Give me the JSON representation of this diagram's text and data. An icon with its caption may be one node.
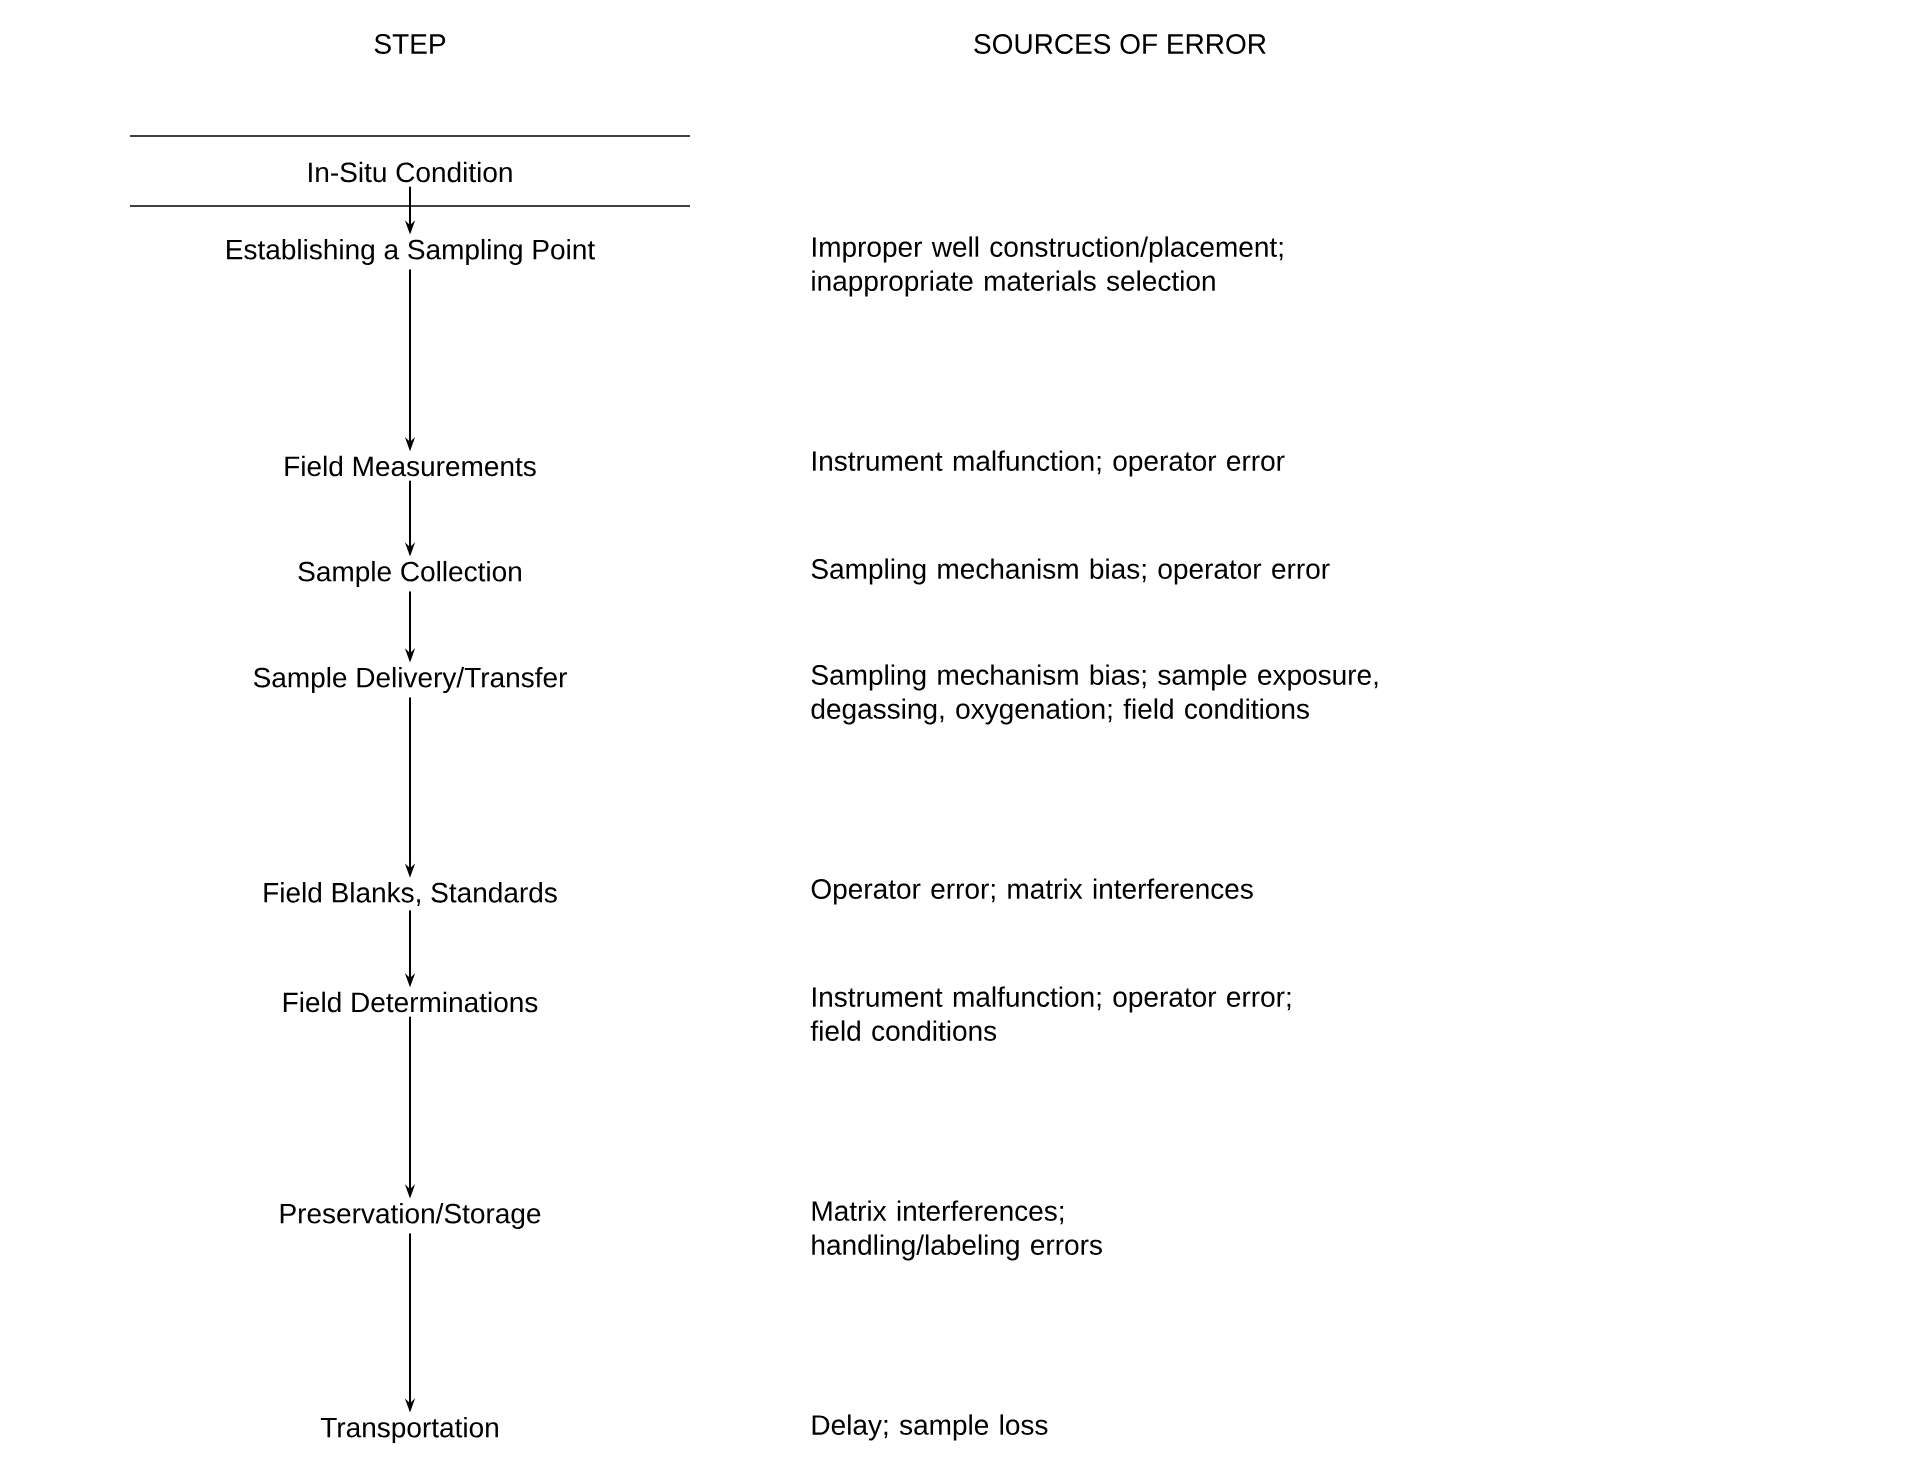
{
  "diagram": {
    "nodes": [
      {
        "text": [
          "In-Situ Condition"
        ]
      },
      {
        "text": [
          "Establishing a Sampling Point"
        ]
      },
      {
        "text": [
          "Field Measurements"
        ]
      },
      {
        "text": [
          "Sample Collection"
        ]
      },
      {
        "text": [
          "Sample Delivery/Transfer"
        ]
      },
      {
        "text": [
          "Field Blanks, Standards"
        ]
      },
      {
        "text": [
          "Field Determinations"
        ]
      },
      {
        "text": [
          "Preservation/Storage"
        ]
      },
      {
        "text": [
          "Transportation"
        ]
      }
    ],
    "edges": [
      {
        "from": 0,
        "to": 1,
        "arrow": "to"
      },
      {
        "from": 1,
        "to": 2,
        "arrow": "to"
      },
      {
        "from": 2,
        "to": 3,
        "arrow": "to"
      },
      {
        "from": 3,
        "to": 4,
        "arrow": "to"
      },
      {
        "from": 4,
        "to": 5,
        "arrow": "to"
      },
      {
        "from": 5,
        "to": 6,
        "arrow": "to"
      },
      {
        "from": 6,
        "to": 7,
        "arrow": "to"
      },
      {
        "from": 7,
        "to": 8,
        "arrow": "to"
      }
    ],
    "labels": [
      "STEP",
      "SOURCES OF ERROR",
      "Improper well construction/placement; inappropriate materials selection",
      "Instrument malfunction; operator error",
      "Sampling mechanism bias; operator error",
      "Sampling mechanism bias; sample exposure, degassing, oxygenation; field conditions",
      "Operator error; matrix interferences",
      "Instrument malfunction; operator error; field conditions",
      "Matrix interferences; handling/labeling errors",
      "Delay; sample loss"
    ]
  }
}
